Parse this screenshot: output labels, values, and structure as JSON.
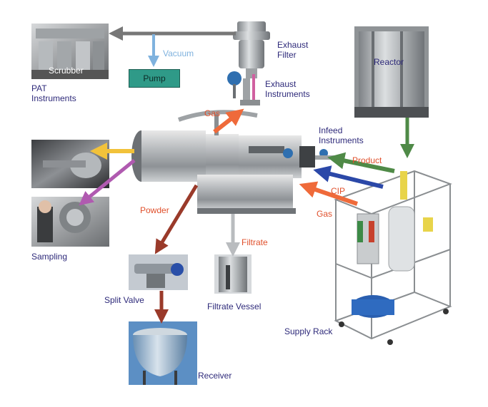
{
  "labels": {
    "scrubber": "Scrubber",
    "pat_instruments": [
      "PAT",
      "Instruments"
    ],
    "vacuum": "Vacuum",
    "pump": "Pump",
    "exhaust_filter": [
      "Exhaust",
      "Filter"
    ],
    "exhaust_instruments": [
      "Exhaust",
      "Instruments"
    ],
    "reactor": "Reactor",
    "gas_top": "Gas",
    "infeed_instruments": [
      "Infeed",
      "Instruments"
    ],
    "product": "Product",
    "cip": "CIP",
    "gas_right": "Gas",
    "powder": "Powder",
    "filtrate": "Filtrate",
    "sampling": "Sampling",
    "split_valve": "Split Valve",
    "filtrate_vessel": "Filtrate Vessel",
    "supply_rack": "Supply Rack",
    "receiver": "Receiver"
  },
  "colors": {
    "label_blue": "#2e2a7a",
    "label_red": "#e0502c",
    "arrow_grey": "#777777",
    "arrow_lightblue": "#7fb2de",
    "arrow_orange": "#ef6a3a",
    "arrow_green": "#4f8a47",
    "arrow_blue": "#2b48a8",
    "arrow_yellow": "#f2c23a",
    "arrow_purple": "#b05ab0",
    "arrow_brown": "#9a3a2a",
    "pump_fill": "#2f9a88"
  }
}
